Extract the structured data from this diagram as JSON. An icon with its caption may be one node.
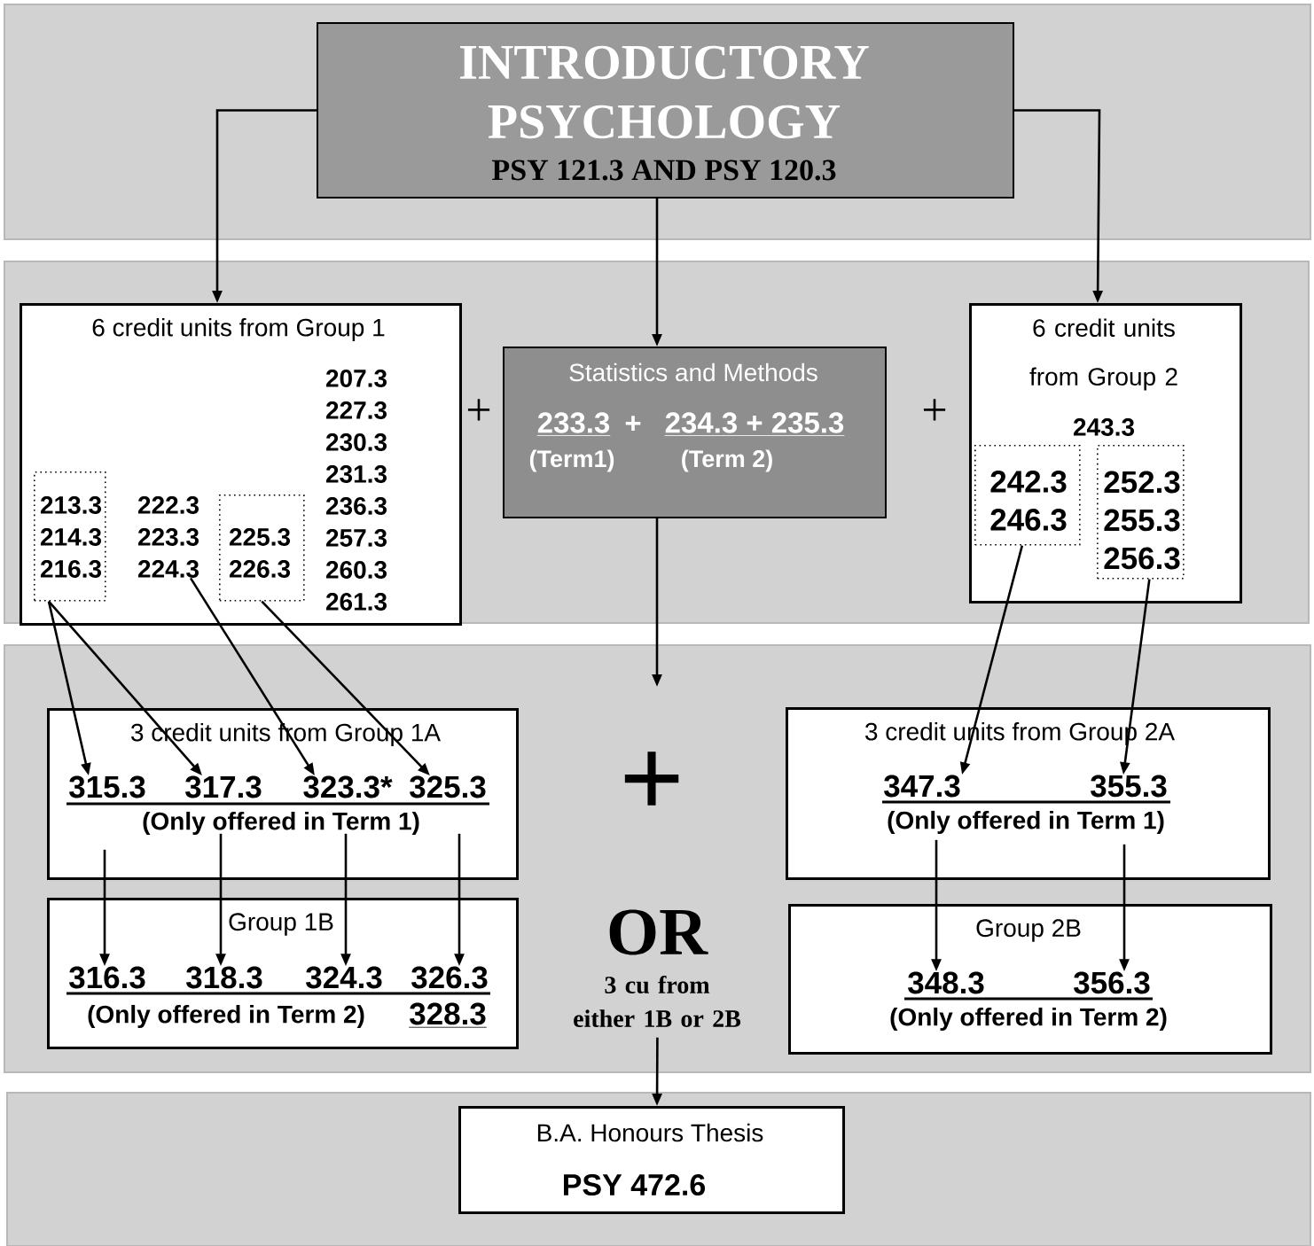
{
  "diagram": {
    "nodes": [
      {
        "text": [
          "INTRODUCTORY PSYCHOLOGY",
          "PSY 121.3 AND PSY 120.3"
        ]
      },
      {
        "text": [
          "6 credit units from Group 1",
          "207.3 227.3 230.3 231.3 236.3 257.3 260.3 261.3"
        ]
      },
      {
        "text": [
          "213.3 214.3 216.3"
        ],
        "in": 1
      },
      {
        "text": [
          "222.3 223.3 224.3"
        ],
        "in": 1
      },
      {
        "text": [
          "225.3 226.3"
        ],
        "in": 1
      },
      {
        "text": [
          "Statistics and Methods",
          "233.3",
          "+",
          "234.3 + 235.3",
          "(Term1)",
          "(Term 2)"
        ]
      },
      {
        "text": [
          "6 credit units from Group 2",
          "243.3"
        ]
      },
      {
        "text": [
          "242.3 246.3"
        ],
        "in": 6
      },
      {
        "text": [
          "252.3 255.3 256.3"
        ],
        "in": 6
      },
      {
        "text": [
          "3 credit units from Group 1A",
          "(Only offered in Term 1)"
        ]
      },
      {
        "text": [
          "315.3"
        ],
        "in": 9
      },
      {
        "text": [
          "317.3"
        ],
        "in": 9
      },
      {
        "text": [
          "323.3*"
        ],
        "in": 9
      },
      {
        "text": [
          "325.3"
        ],
        "in": 9
      },
      {
        "text": [
          "Group 1B",
          "(Only offered in Term 2)"
        ]
      },
      {
        "text": [
          "316.3"
        ],
        "in": 14
      },
      {
        "text": [
          "318.3"
        ],
        "in": 14
      },
      {
        "text": [
          "324.3"
        ],
        "in": 14
      },
      {
        "text": [
          "326.3"
        ],
        "in": 14
      },
      {
        "text": [
          "328.3"
        ],
        "in": 14
      },
      {
        "text": [
          "3 credit units from Group 2A",
          "(Only offered in Term 1)"
        ]
      },
      {
        "text": [
          "347.3"
        ],
        "in": 20
      },
      {
        "text": [
          "355.3"
        ],
        "in": 20
      },
      {
        "text": [
          "Group 2B",
          "(Only offered in Term 2)"
        ]
      },
      {
        "text": [
          "348.3"
        ],
        "in": 23
      },
      {
        "text": [
          "356.3"
        ],
        "in": 23
      },
      {
        "text": [
          "OR",
          "3 cu from either 1B or 2B"
        ]
      },
      {
        "text": [
          "B.A. Honours Thesis",
          "PSY 472.6"
        ]
      }
    ],
    "edges": [
      {
        "from": 0,
        "to": 1,
        "arrow": "to"
      },
      {
        "from": 0,
        "to": 5,
        "arrow": "to"
      },
      {
        "from": 0,
        "to": 6,
        "arrow": "to"
      },
      {
        "from": 5,
        "to": null,
        "arrow": "to"
      },
      {
        "from": 2,
        "to": 10,
        "arrow": "to"
      },
      {
        "from": 2,
        "to": 11,
        "arrow": "to"
      },
      {
        "from": 3,
        "to": 12,
        "arrow": "to"
      },
      {
        "from": 4,
        "to": 13,
        "arrow": "to"
      },
      {
        "from": 7,
        "to": 21,
        "arrow": "to"
      },
      {
        "from": 8,
        "to": 22,
        "arrow": "to"
      },
      {
        "from": 10,
        "to": 15,
        "arrow": "to"
      },
      {
        "from": 11,
        "to": 16,
        "arrow": "to"
      },
      {
        "from": 12,
        "to": 17,
        "arrow": "to"
      },
      {
        "from": 13,
        "to": 18,
        "arrow": "to"
      },
      {
        "from": 21,
        "to": 24,
        "arrow": "to"
      },
      {
        "from": 22,
        "to": 25,
        "arrow": "to"
      },
      {
        "from": 26,
        "to": 27,
        "arrow": "to"
      }
    ],
    "labels": [
      "+",
      "+",
      "+"
    ]
  }
}
